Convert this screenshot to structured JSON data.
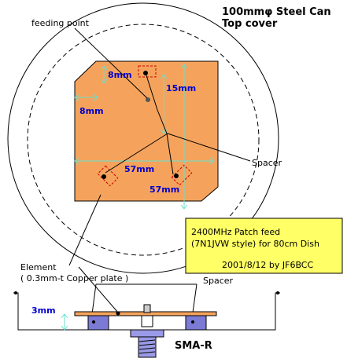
{
  "title": {
    "line1": "100mmφ  Steel Can",
    "line2": "Top cover"
  },
  "labels": {
    "feeding_point": "feeding point",
    "spacer_top": "Spacer",
    "spacer_bottom": "Spacer",
    "element_line1": "Element",
    "element_line2": "( 0.3mm-t Copper plate )",
    "sma": "SMA-R"
  },
  "dimensions": {
    "d_8mm_top": "8mm",
    "d_8mm_left": "8mm",
    "d_15mm": "15mm",
    "d_57mm_h": "57mm",
    "d_57mm_v": "57mm",
    "d_3mm": "3mm"
  },
  "note": {
    "line1": "2400MHz Patch feed",
    "line2": "(7N1JVW style) for 80cm Dish",
    "line3": "2001/8/12 by JF6BCC"
  },
  "colors": {
    "patch": "#f5a35c",
    "dimension": "#0000cc",
    "dim_line": "#66e0d0",
    "note_bg": "#ffff66",
    "spacer": "#7b7bd6"
  }
}
